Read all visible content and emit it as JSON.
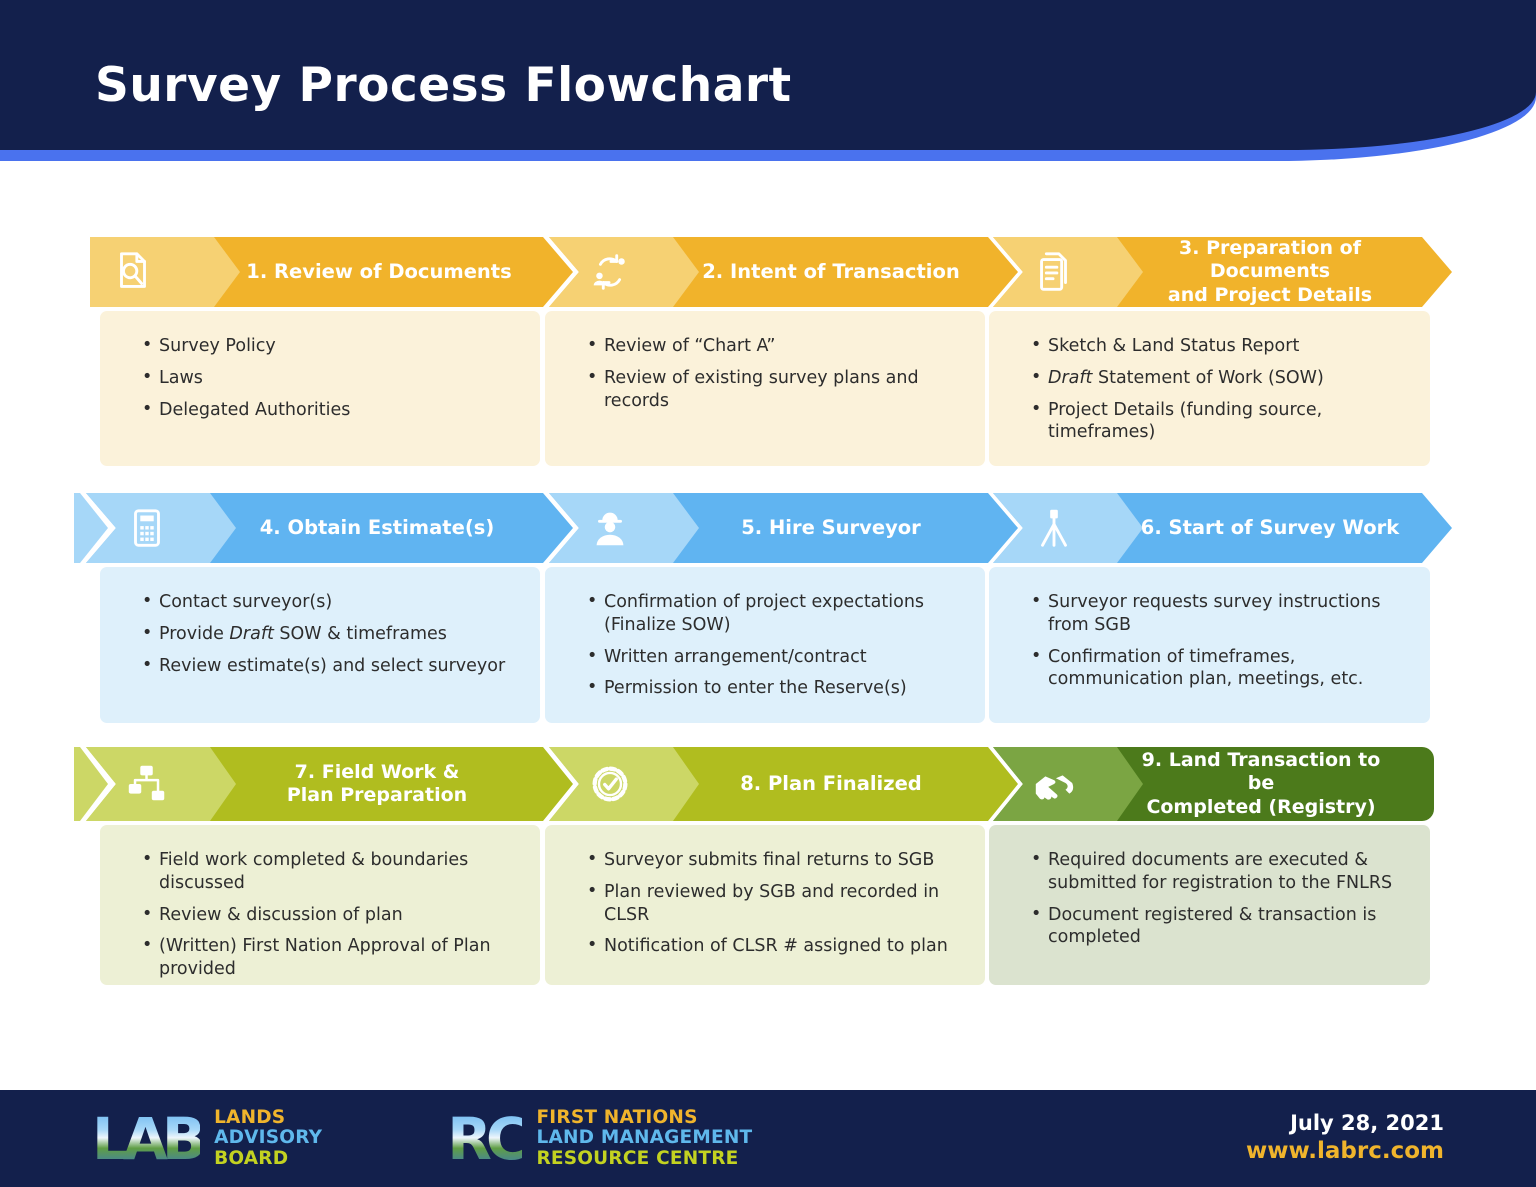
{
  "header": {
    "title": "Survey Process Flowchart"
  },
  "steps": [
    {
      "num": 1,
      "title": "1. Review of Documents",
      "icon": "document-search-icon",
      "bullets": [
        [
          {
            "t": "Survey Policy"
          }
        ],
        [
          {
            "t": "Laws"
          }
        ],
        [
          {
            "t": "Delegated Authorities"
          }
        ]
      ]
    },
    {
      "num": 2,
      "title": "2. Intent of Transaction",
      "icon": "person-transaction-icon",
      "bullets": [
        [
          {
            "t": "Review of “Chart A”"
          }
        ],
        [
          {
            "t": "Review of existing survey plans and records"
          }
        ]
      ]
    },
    {
      "num": 3,
      "title": "3. Preparation of Documents\nand Project Details",
      "icon": "documents-icon",
      "bullets": [
        [
          {
            "t": "Sketch & Land Status Report"
          }
        ],
        [
          {
            "t": "Draft",
            "i": true
          },
          {
            "t": " Statement of Work (SOW)"
          }
        ],
        [
          {
            "t": "Project Details (funding source, timeframes)"
          }
        ]
      ]
    },
    {
      "num": 4,
      "title": "4. Obtain Estimate(s)",
      "icon": "calculator-icon",
      "bullets": [
        [
          {
            "t": "Contact surveyor(s)"
          }
        ],
        [
          {
            "t": "Provide "
          },
          {
            "t": "Draft",
            "i": true
          },
          {
            "t": " SOW & timeframes"
          }
        ],
        [
          {
            "t": "Review estimate(s) and select surveyor"
          }
        ]
      ]
    },
    {
      "num": 5,
      "title": "5. Hire Surveyor",
      "icon": "surveyor-worker-icon",
      "bullets": [
        [
          {
            "t": "Confirmation of project expectations (Finalize SOW)"
          }
        ],
        [
          {
            "t": "Written arrangement/contract"
          }
        ],
        [
          {
            "t": "Permission to enter the Reserve(s)"
          }
        ]
      ]
    },
    {
      "num": 6,
      "title": "6. Start of Survey Work",
      "icon": "theodolite-icon",
      "bullets": [
        [
          {
            "t": "Surveyor requests survey instructions from SGB"
          }
        ],
        [
          {
            "t": "Confirmation of timeframes, communication plan, meetings, etc."
          }
        ]
      ]
    },
    {
      "num": 7,
      "title": "7. Field Work &\nPlan Preparation",
      "icon": "sitemap-icon",
      "bullets": [
        [
          {
            "t": "Field work completed & boundaries discussed"
          }
        ],
        [
          {
            "t": "Review & discussion of plan"
          }
        ],
        [
          {
            "t": "(Written) First Nation Approval of Plan provided"
          }
        ]
      ]
    },
    {
      "num": 8,
      "title": "8. Plan Finalized",
      "icon": "badge-check-icon",
      "bullets": [
        [
          {
            "t": "Surveyor submits final returns to SGB"
          }
        ],
        [
          {
            "t": "Plan reviewed by SGB and recorded in CLSR"
          }
        ],
        [
          {
            "t": "Notification of CLSR # assigned to plan"
          }
        ]
      ]
    },
    {
      "num": 9,
      "title": "9. Land Transaction to be\nCompleted (Registry)",
      "icon": "handshake-icon",
      "bullets": [
        [
          {
            "t": "Required documents are executed & submitted for registration to the FNLRS"
          }
        ],
        [
          {
            "t": "Document registered & transaction is completed"
          }
        ]
      ]
    }
  ],
  "colors": {
    "header_navy": "#13204c",
    "header_stripe_blue": "#4a72ee",
    "row1_banner": "#f1b32b",
    "row1_segment": "#f6d173",
    "row1_box": "#fbf2da",
    "row2_banner": "#60b4f1",
    "row2_segment": "#a6d7f8",
    "row2_box": "#def0fb",
    "row3_banner": "#b0bd1f",
    "row3_segment": "#ccd766",
    "row3_box": "#edf0d5",
    "step9_banner": "#4c7a1b",
    "step9_segment": "#7ba543",
    "step9_box": "#dbe3cf",
    "footer_gold": "#f0b42c",
    "footer_blue": "#5fb8ec",
    "footer_green": "#c3d221"
  },
  "footer": {
    "lab_logo": "LAB",
    "lab_lines": [
      "LANDS",
      "ADVISORY",
      "BOARD"
    ],
    "rc_logo": "RC",
    "rc_lines": [
      "FIRST NATIONS",
      "LAND MANAGEMENT",
      "RESOURCE CENTRE"
    ],
    "date": "July 28, 2021",
    "website": "www.labrc.com"
  }
}
